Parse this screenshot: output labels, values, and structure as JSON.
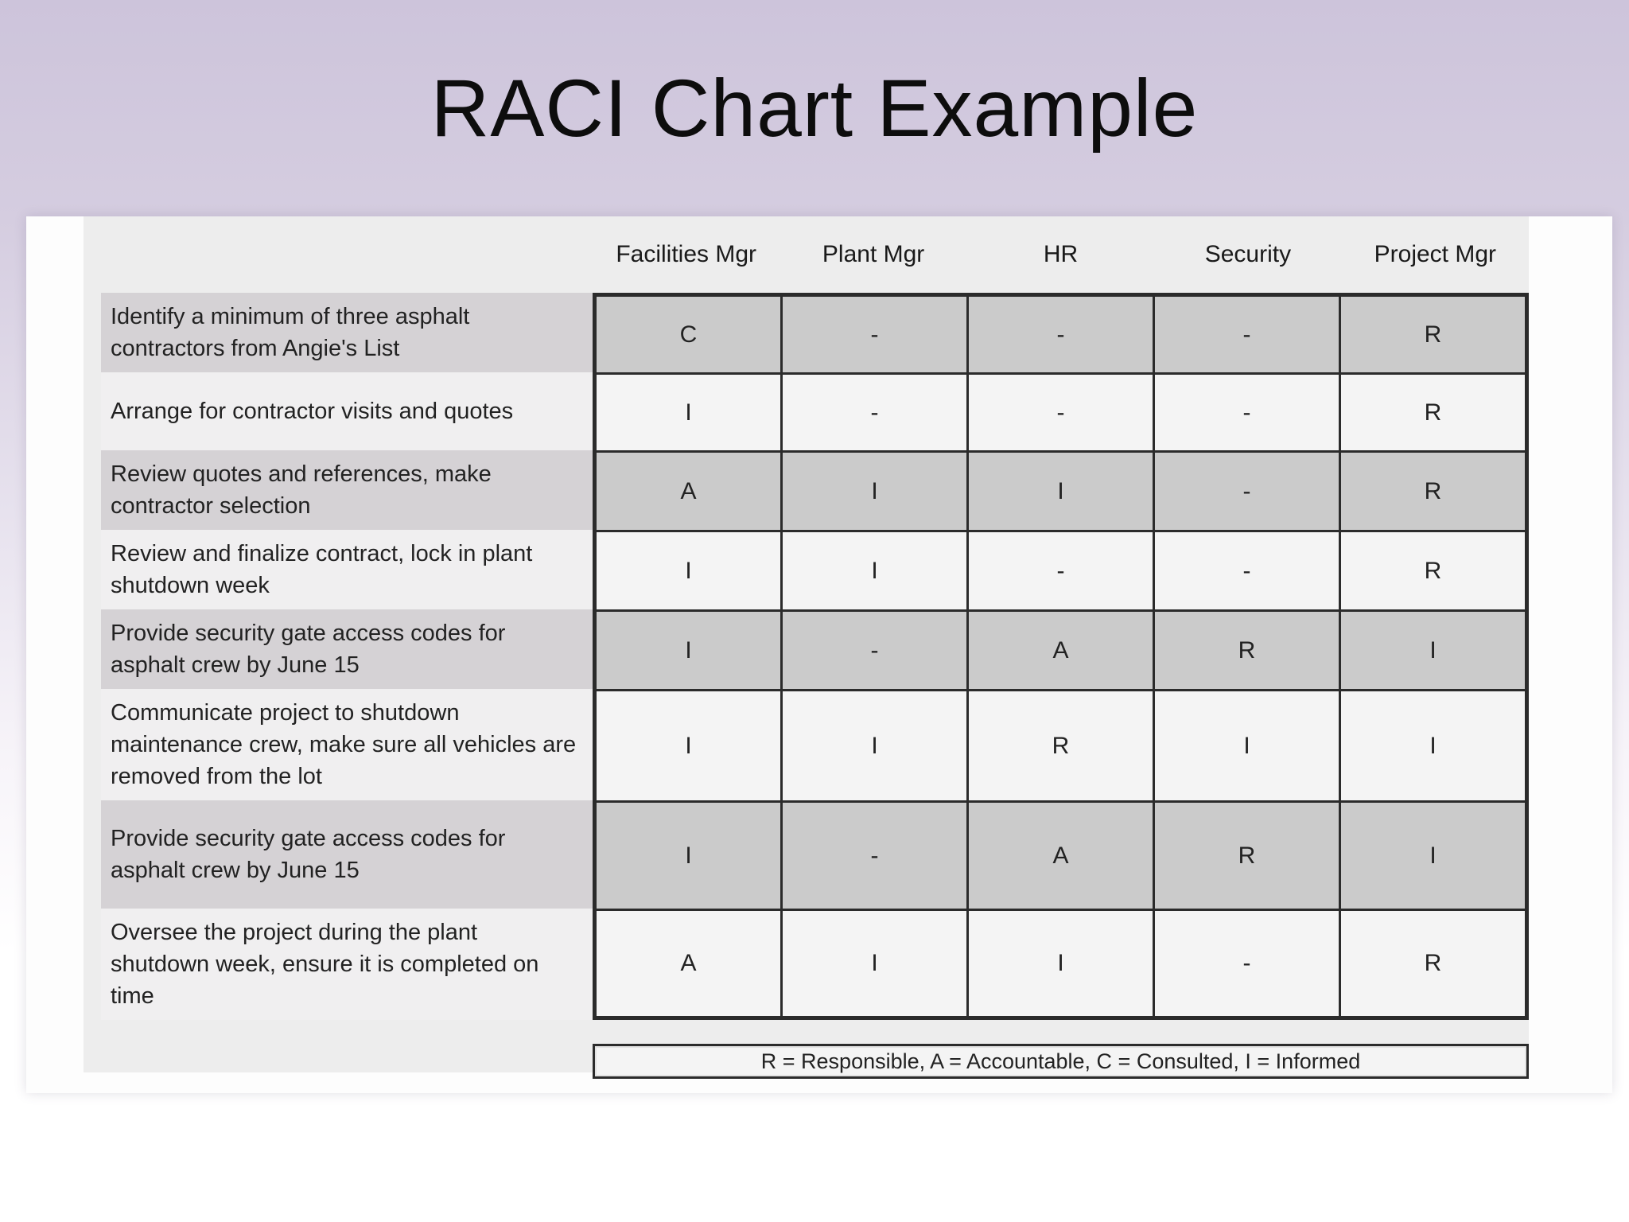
{
  "slide": {
    "title": "RACI Chart Example"
  },
  "table": {
    "columns": [
      "Facilities Mgr",
      "Plant Mgr",
      "HR",
      "Security",
      "Project Mgr"
    ],
    "rows": [
      {
        "task": "Identify a minimum of three asphalt contractors from Angie's List",
        "cells": [
          "C",
          "-",
          "-",
          "-",
          "R"
        ]
      },
      {
        "task": "Arrange for contractor visits and quotes",
        "cells": [
          "I",
          "-",
          "-",
          "-",
          "R"
        ]
      },
      {
        "task": "Review quotes and references, make contractor selection",
        "cells": [
          "A",
          "I",
          "I",
          "-",
          "R"
        ]
      },
      {
        "task": "Review and finalize contract, lock in plant shutdown week",
        "cells": [
          "I",
          "I",
          "-",
          "-",
          "R"
        ]
      },
      {
        "task": "Provide security gate access codes for asphalt crew by June 15",
        "cells": [
          "I",
          "-",
          "A",
          "R",
          "I"
        ]
      },
      {
        "task": "Communicate project to shutdown maintenance crew, make sure all vehicles are removed from the lot",
        "cells": [
          "I",
          "I",
          "R",
          "I",
          "I"
        ]
      },
      {
        "task": "Provide security gate access codes for asphalt crew by June 15",
        "cells": [
          "I",
          "-",
          "A",
          "R",
          "I"
        ]
      },
      {
        "task": "Oversee the project during the plant shutdown week, ensure it is completed on time",
        "cells": [
          "A",
          "I",
          "I",
          "-",
          "R"
        ]
      }
    ]
  },
  "legend": {
    "text": "R = Responsible, A = Accountable, C = Consulted, I = Informed"
  },
  "colors": {
    "background_top": "#cdc4db",
    "background_bottom": "#ffffff",
    "panel": "#ededed",
    "row_dark_cell": "#cbcbcb",
    "row_dark_label": "#d5d2d5",
    "row_light_cell": "#f4f4f4",
    "row_light_label": "#f0eff0",
    "grid_border": "#2b2b2b"
  }
}
